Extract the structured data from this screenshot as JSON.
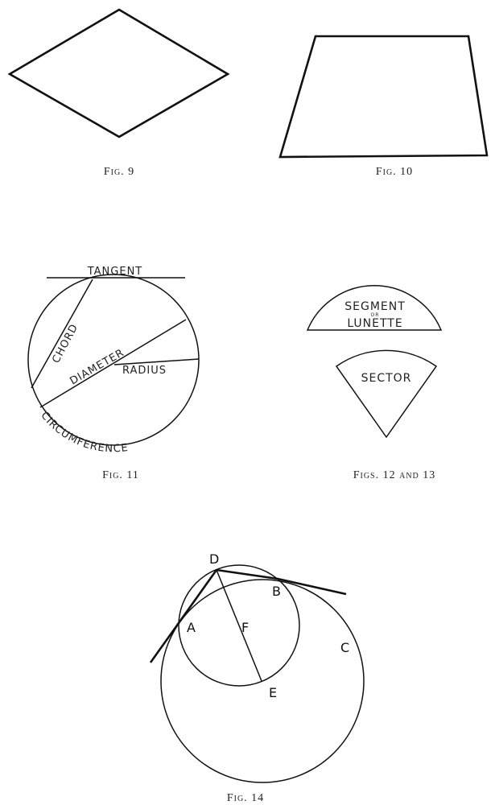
{
  "captions": {
    "fig9": "Fig. 9",
    "fig10": "Fig. 10",
    "fig11": "Fig. 11",
    "fig12_13": "Figs. 12 and 13",
    "fig14": "Fig. 14"
  },
  "fig11_labels": {
    "tangent": "TANGENT",
    "chord": "CHORD",
    "diameter": "DIAMETER",
    "radius": "RADIUS",
    "circumference": "CIRCUMFERENCE"
  },
  "fig12_labels": {
    "segment": "SEGMENT",
    "or": "OR",
    "lunette": "LUNETTE"
  },
  "fig13_labels": {
    "sector": "SECTOR"
  },
  "fig14_labels": {
    "d": "D",
    "a": "A",
    "b": "B",
    "c": "C",
    "e": "E",
    "f": "F"
  }
}
